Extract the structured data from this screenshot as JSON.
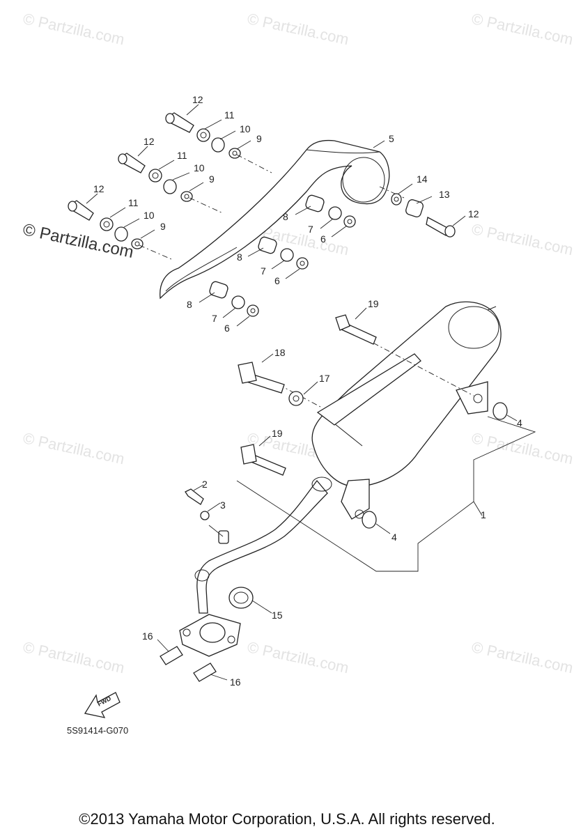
{
  "watermark": "© Partzilla.com",
  "diagram_code": "5S91414-G070",
  "copyright": "©2013  Yamaha Motor Corporation, U.S.A. All rights reserved.",
  "fwd_label": "FWD",
  "callouts": {
    "c1": "1",
    "c2": "2",
    "c3": "3",
    "c4a": "4",
    "c4b": "4",
    "c5": "5",
    "c6a": "6",
    "c6b": "6",
    "c6c": "6",
    "c7a": "7",
    "c7b": "7",
    "c7c": "7",
    "c8a": "8",
    "c8b": "8",
    "c8c": "8",
    "c9a": "9",
    "c9b": "9",
    "c9c": "9",
    "c10a": "10",
    "c10b": "10",
    "c10c": "10",
    "c11a": "11",
    "c11b": "11",
    "c11c": "11",
    "c12a": "12",
    "c12b": "12",
    "c12c": "12",
    "c12d": "12",
    "c13": "13",
    "c14": "14",
    "c15": "15",
    "c16a": "16",
    "c16b": "16",
    "c17": "17",
    "c18": "18",
    "c19a": "19",
    "c19b": "19"
  }
}
